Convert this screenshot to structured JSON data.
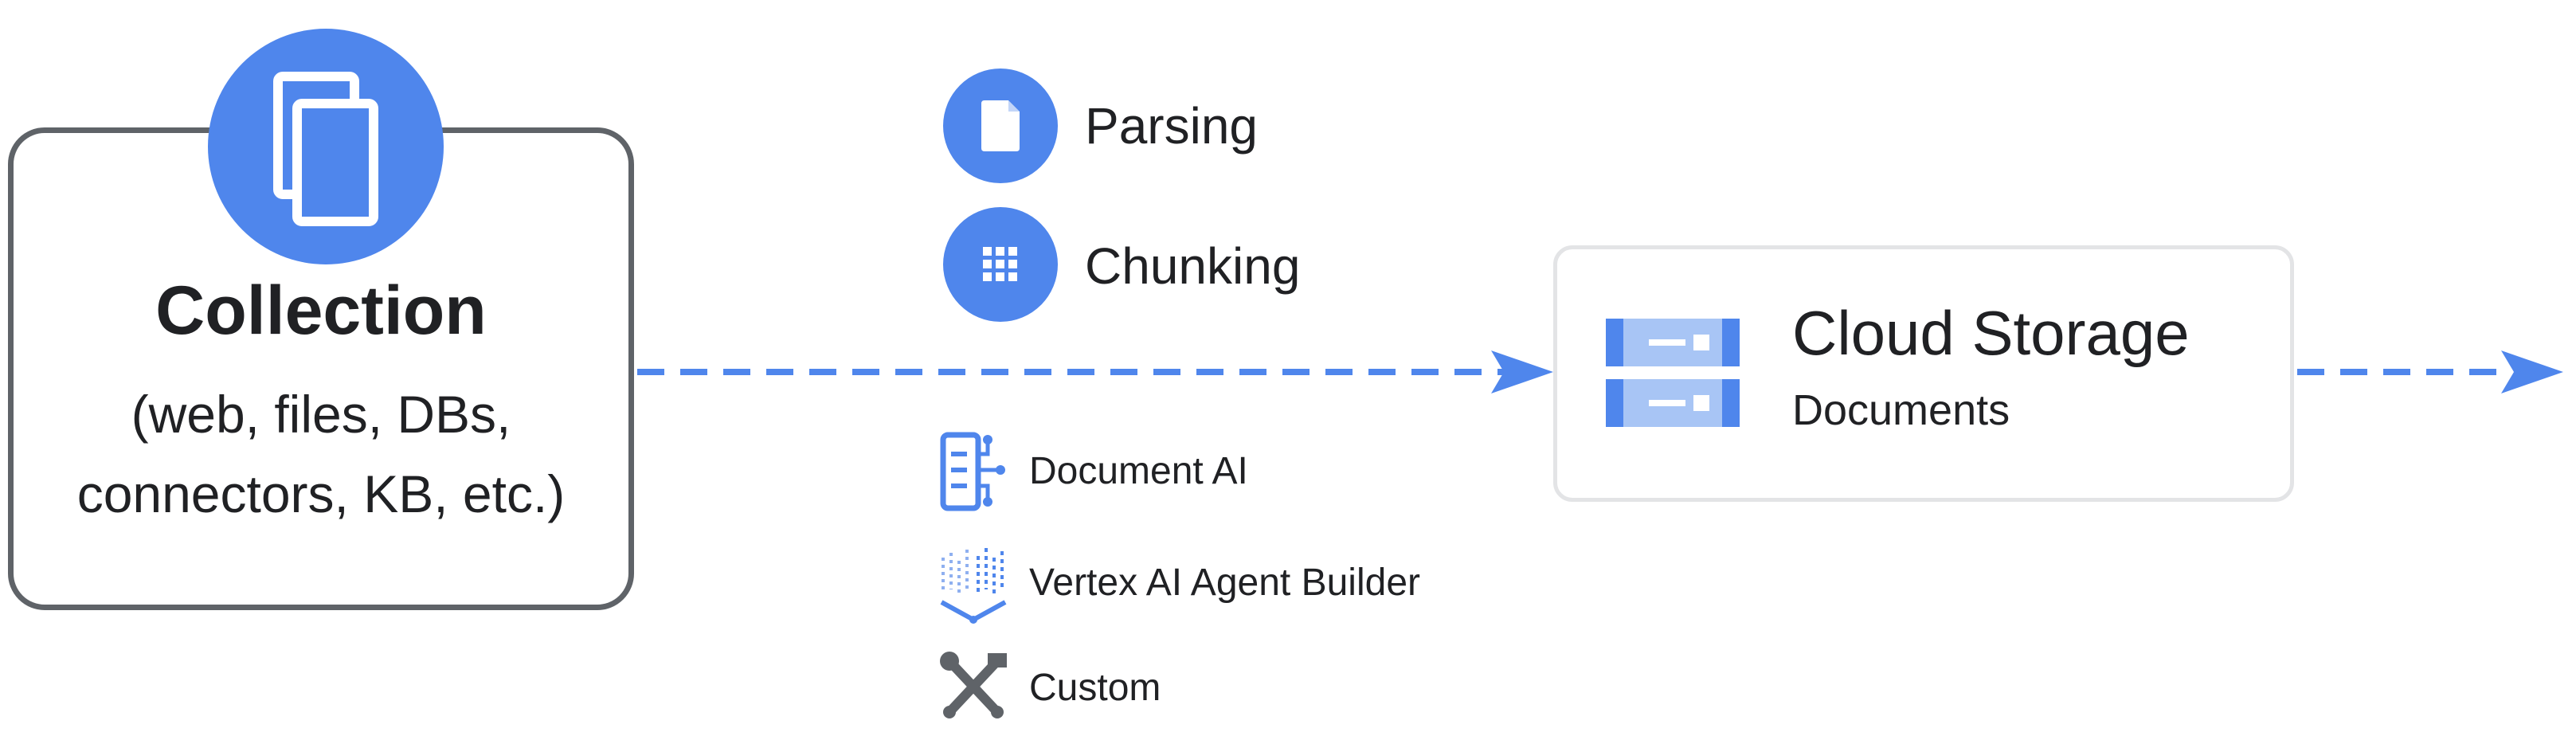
{
  "colors": {
    "accent_blue": "#4f86ec",
    "border_gray": "#5f6368",
    "storage_border": "#e3e4e6",
    "text": "#202124"
  },
  "collection": {
    "title": "Collection",
    "subtitle": "(web, files, DBs,\nconnectors, KB, etc.)",
    "icon": "copy-documents-icon"
  },
  "steps": [
    {
      "label": "Parsing",
      "icon": "document-icon"
    },
    {
      "label": "Chunking",
      "icon": "grid-icon"
    }
  ],
  "tools": [
    {
      "label": "Document AI",
      "icon": "document-ai-icon"
    },
    {
      "label": "Vertex AI Agent Builder",
      "icon": "vertex-ai-agent-builder-icon"
    },
    {
      "label": "Custom",
      "icon": "tools-icon"
    }
  ],
  "storage": {
    "title": "Cloud Storage",
    "subtitle": "Documents",
    "icon": "cloud-storage-icon"
  }
}
